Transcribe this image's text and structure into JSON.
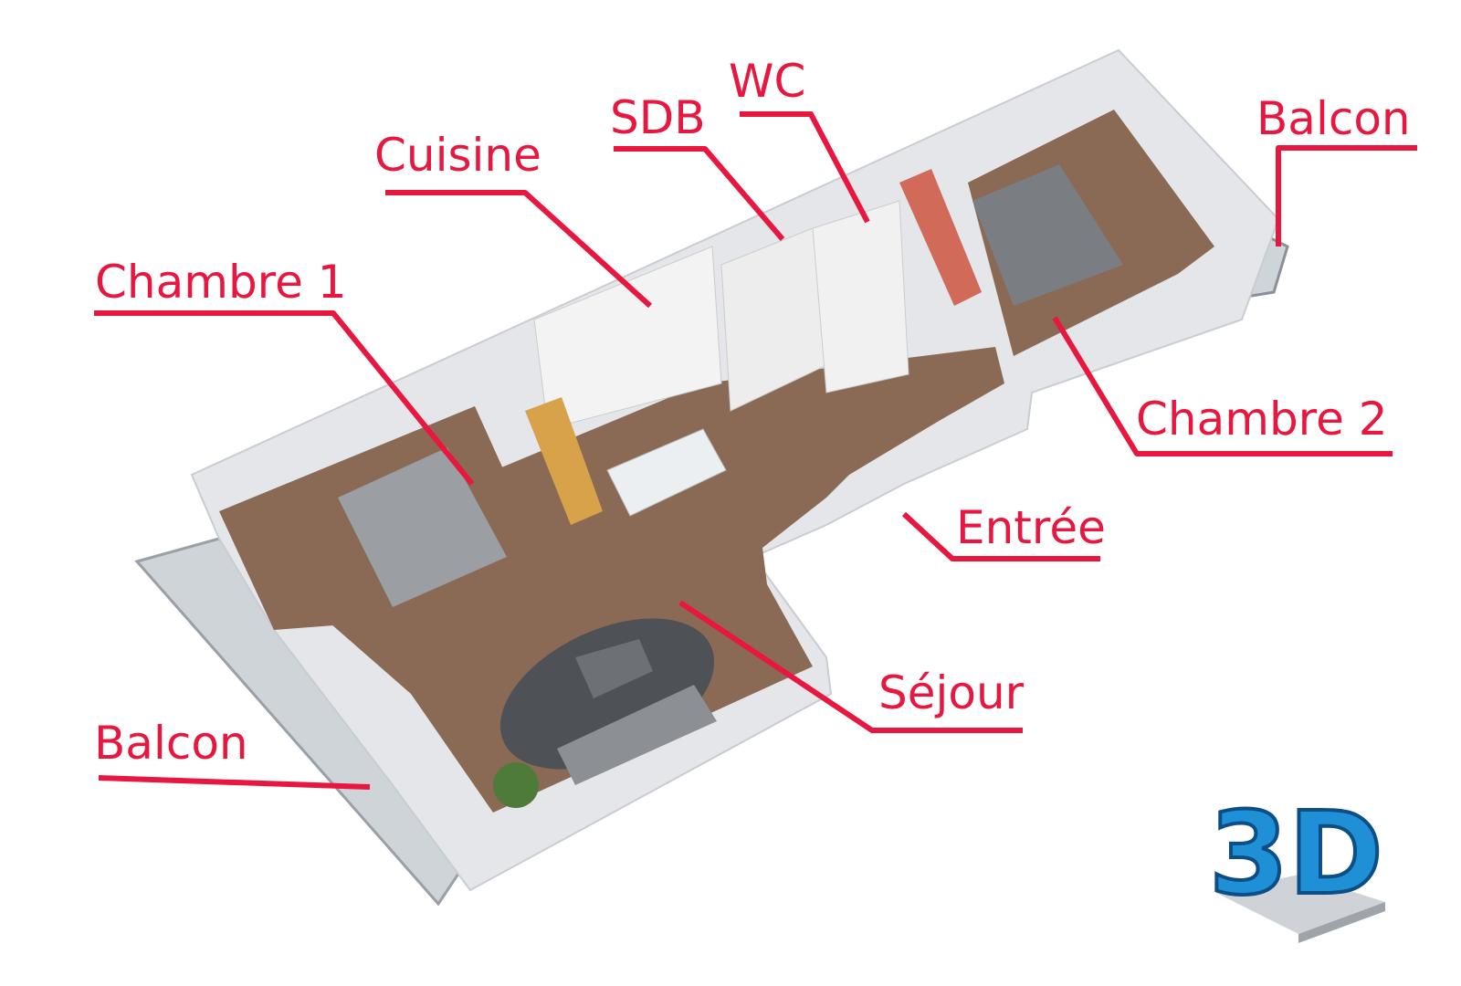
{
  "labels": {
    "wc": "WC",
    "sdb": "SDB",
    "cuisine": "Cuisine",
    "chambre1": "Chambre 1",
    "balcon_right": "Balcon",
    "chambre2": "Chambre 2",
    "entree": "Entrée",
    "sejour": "Séjour",
    "balcon_left": "Balcon"
  },
  "logo": {
    "text": "3D"
  },
  "colors": {
    "label": "#e8173f",
    "floor": "#8a6a55",
    "wall": "#e4e6ea",
    "balcony": "#c9ced3"
  }
}
